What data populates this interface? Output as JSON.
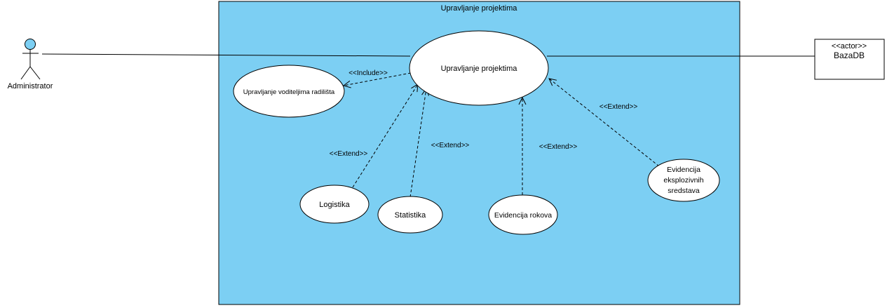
{
  "system": {
    "title": "Upravljanje projektima"
  },
  "actors": {
    "administrator": {
      "name": "Administrator"
    },
    "baza": {
      "stereotype": "<<actor>>",
      "name": "BazaDB"
    }
  },
  "use_cases": {
    "main": "Upravljanje projektima",
    "voditelji": "Upravljanje voditeljima radilišta",
    "logistika": "Logistika",
    "statistika": "Statistika",
    "rokovi": "Evidencija rokova",
    "eksplozivi": [
      "Evidencija",
      "eksplozivnih",
      "sredstava"
    ]
  },
  "relations": {
    "include": "<<Include>>",
    "extend_logistika": "<<Extend>>",
    "extend_statistika": "<<Extend>>",
    "extend_rokovi": "<<Extend>>",
    "extend_eksplozivi": "<<Extend>>"
  },
  "colors": {
    "system_fill": "#7ccff3",
    "actor_head": "#7ccff3",
    "use_case_fill": "#ffffff",
    "stroke": "#000000"
  }
}
